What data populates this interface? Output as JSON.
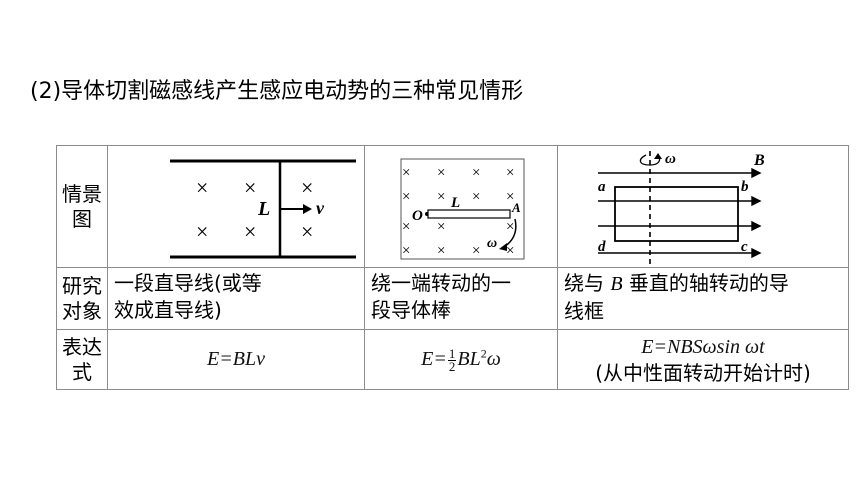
{
  "heading": "(2)导体切割磁感线产生感应电动势的三种常见情形",
  "table": {
    "row_scene_label_1": "情景",
    "row_scene_label_2": "图",
    "row_object_label_1": "研究",
    "row_object_label_2": "对象",
    "row_expr_label_1": "表达",
    "row_expr_label_2": "式",
    "objects": [
      {
        "line1": "一段直导线(或等",
        "line2": "效成直导线)"
      },
      {
        "line1": "绕一端转动的一",
        "line2": "段导体棒"
      },
      {
        "line1_pre": "绕与 ",
        "line1_var": "B",
        "line1_post": " 垂直的轴转动的导",
        "line2": "线框"
      }
    ],
    "expr1": "E=BLv",
    "expr2_lhs": "E=",
    "expr2_num": "1",
    "expr2_den": "2",
    "expr2_rhs": "BL",
    "expr2_sup": "2",
    "expr2_end": "ω",
    "expr3_line1": "E=NBSωsin ωt",
    "expr3_line2": "(从中性面转动开始计时)"
  },
  "diagrams": {
    "d1": {
      "L": "L",
      "v": "v",
      "cross": "×"
    },
    "d2": {
      "O": "O",
      "L": "L",
      "A": "A",
      "omega": "ω",
      "cross": "×"
    },
    "d3": {
      "omega": "ω",
      "B": "B",
      "a": "a",
      "b": "b",
      "c": "c",
      "d": "d"
    }
  }
}
